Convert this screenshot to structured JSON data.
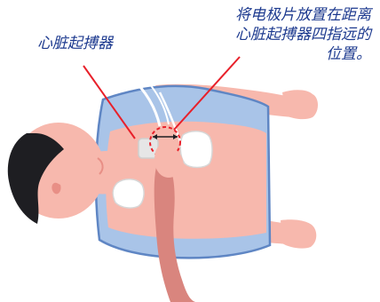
{
  "labels": {
    "pacemaker": "心脏起搏器",
    "instruction_lines": [
      "将电极片放置在距离",
      "心脏起搏器四指远的",
      "位置。"
    ]
  },
  "colors": {
    "label_text": "#1d3a8f",
    "pointer_line": "#e8202a",
    "skin": "#f7b8ad",
    "skin_shadow": "#e88f86",
    "shirt": "#a9c4e8",
    "shirt_edge": "#5f86c4",
    "hair": "#1e1e22",
    "pad": "#ffffff"
  },
  "icons": [
    "pacemaker-device",
    "electrode-pad",
    "distance-arrow-icon",
    "dashed-circle-icon"
  ]
}
